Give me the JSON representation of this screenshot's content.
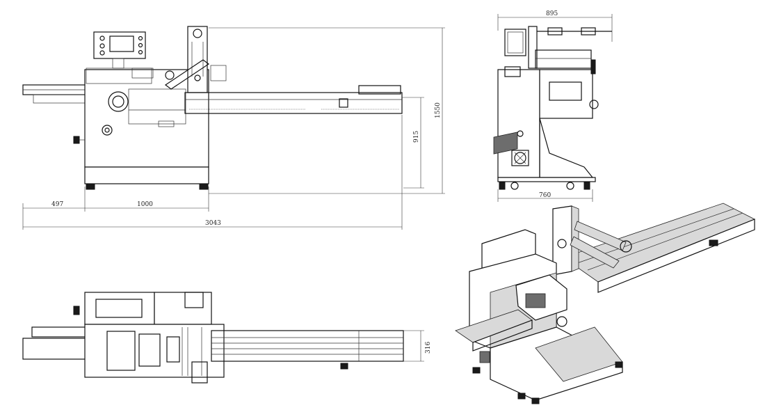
{
  "views": {
    "front_elevation": {
      "dimensions": {
        "length_a": "497",
        "length_b": "1000",
        "length_total": "3043",
        "height_table": "915",
        "height_total": "1550"
      }
    },
    "side_elevation": {
      "dimensions": {
        "width_top": "895",
        "width_base": "760"
      }
    },
    "top_plan": {
      "dimensions": {
        "width": "316"
      }
    },
    "isometric": {}
  },
  "colors": {
    "line": "#111111",
    "background": "#ffffff",
    "shade": "#d9d9d9",
    "dark_shade": "#6d6d6d"
  }
}
